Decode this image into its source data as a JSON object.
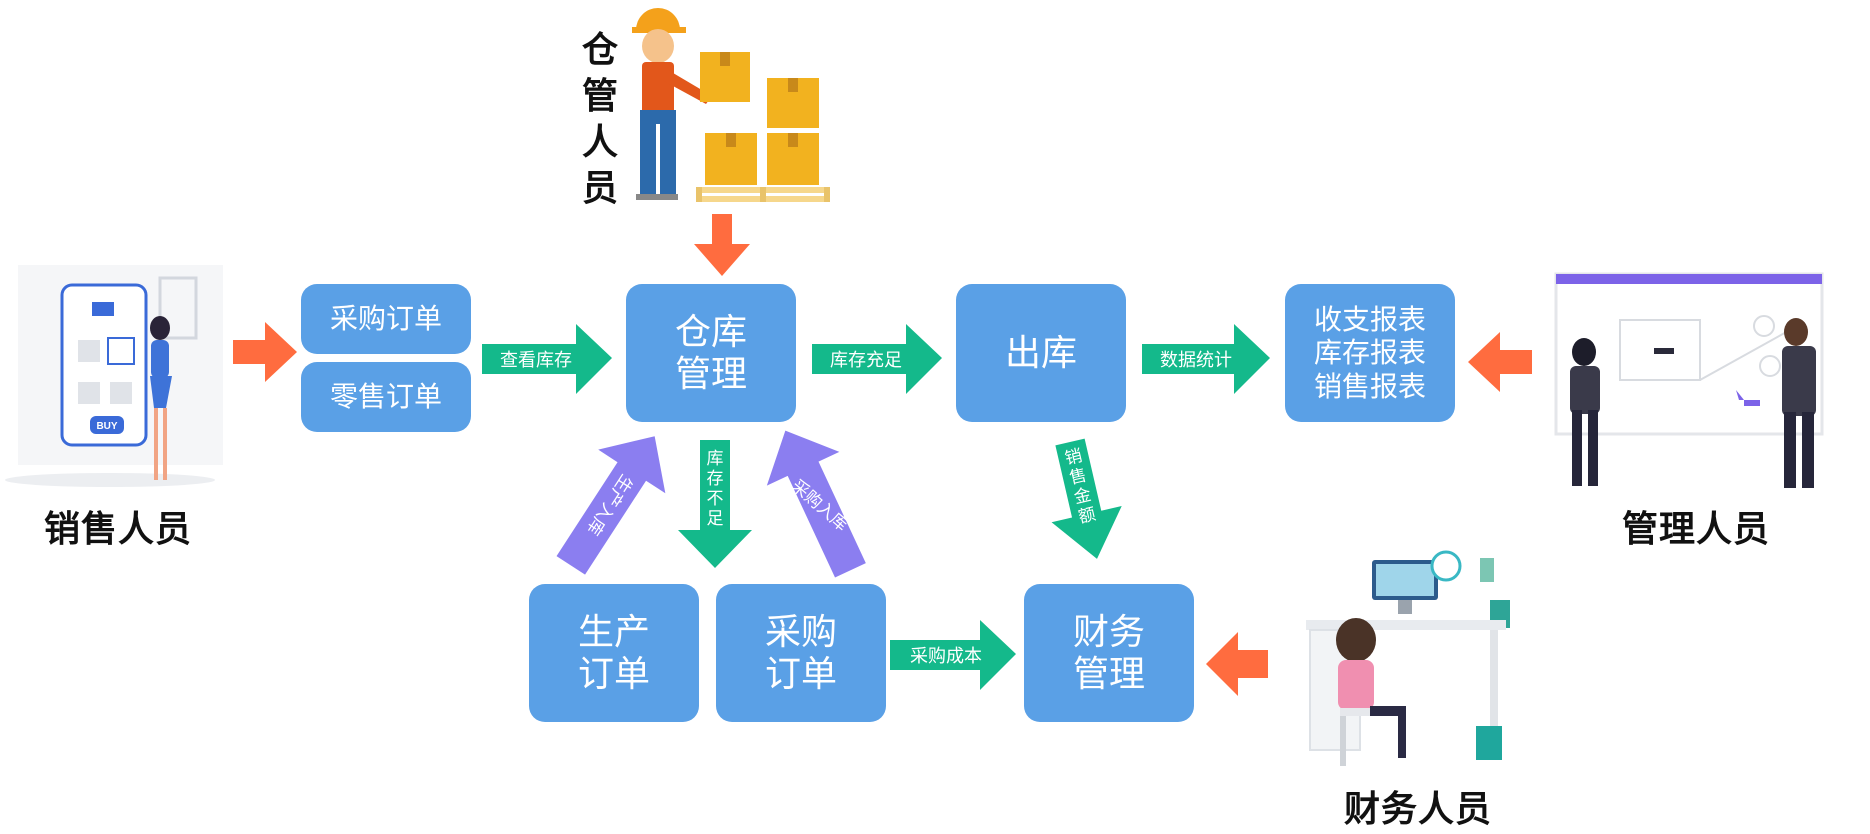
{
  "roles": {
    "warehouse": [
      "仓",
      "管",
      "人",
      "员"
    ],
    "sales": "销售人员",
    "management": "管理人员",
    "finance": "财务人员"
  },
  "boxes": {
    "purchase_order": "采购订单",
    "retail_order": "零售订单",
    "warehouse_line1": "仓库",
    "warehouse_line2": "管理",
    "outbound": "出库",
    "report1": "收支报表",
    "report2": "库存报表",
    "report3": "销售报表",
    "production_line1": "生产",
    "production_line2": "订单",
    "purchase2_line1": "采购",
    "purchase2_line2": "订单",
    "finance_line1": "财务",
    "finance_line2": "管理"
  },
  "arrows": {
    "check_stock": "查看库存",
    "stock_sufficient": "库存充足",
    "data_stats": "数据统计",
    "stock_short": [
      "库",
      "存",
      "不",
      "足"
    ],
    "production_in": "生产入库",
    "purchase_in": "采购入库",
    "sales_amount": "销售金额",
    "purchase_cost": "采购成本"
  },
  "illustration_text": {
    "buy_button": "BUY"
  },
  "colors": {
    "box": "#5aa0e6",
    "green_arrow": "#14b98b",
    "purple_arrow": "#8b7ef0",
    "orange_arrow": "#ff6c3f"
  }
}
